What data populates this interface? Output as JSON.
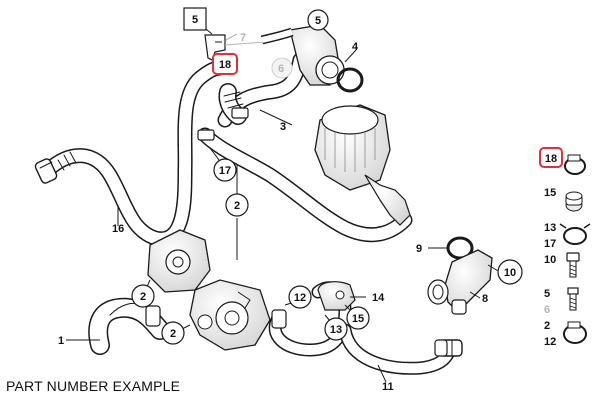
{
  "caption": "PART NUMBER EXAMPLE",
  "colors": {
    "highlight": "#e0303a",
    "line": "#1a1a1a",
    "faded": "#b5b5b5",
    "part_shade": "#e9e9e9"
  },
  "callouts": {
    "c1": "1",
    "c2a": "2",
    "c2b": "2",
    "c2c": "2",
    "c3": "3",
    "c4": "4",
    "c5a": "5",
    "c5b": "5",
    "c6": "6",
    "c7": "7",
    "c8": "8",
    "c9": "9",
    "c10": "10",
    "c11": "11",
    "c12": "12",
    "c13": "13",
    "c14": "14",
    "c15": "15",
    "c16": "16",
    "c17": "17",
    "c18": "18"
  },
  "side_panel": [
    {
      "label": "18",
      "highlighted": true,
      "icon": "hose-clamp-icon"
    },
    {
      "label": "15",
      "icon": "rubber-grommet-icon"
    },
    {
      "label": "13",
      "icon": "spring-clip-icon"
    },
    {
      "label": "17"
    },
    {
      "label": "10",
      "icon": "bolt-icon"
    },
    {
      "label": "5",
      "icon": "stud-bolt-icon"
    },
    {
      "label": "6",
      "faded": true
    },
    {
      "label": "2",
      "icon": "hose-clamp-small-icon"
    },
    {
      "label": "12"
    }
  ]
}
